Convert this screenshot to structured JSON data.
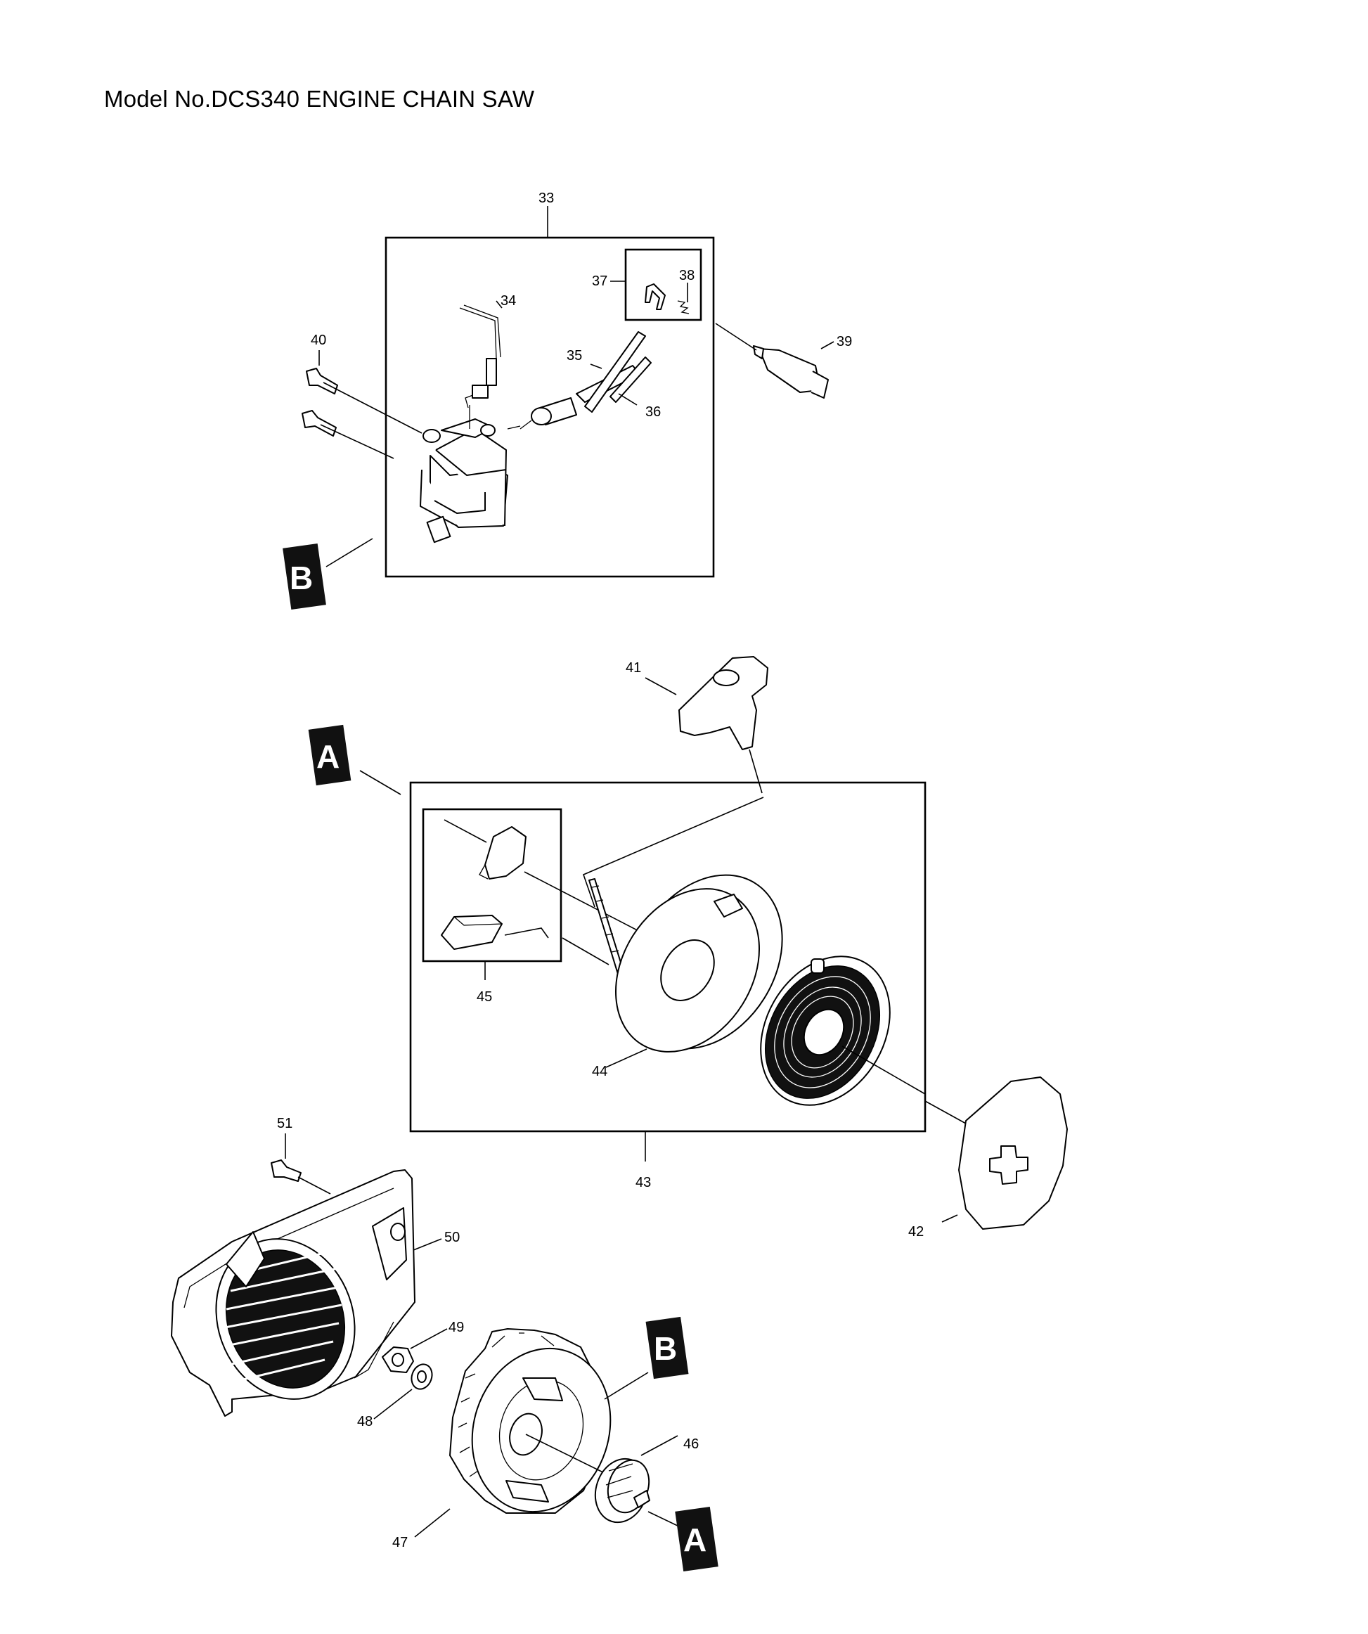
{
  "title": "Model No.DCS340 ENGINE CHAIN SAW",
  "part_numbers": [
    "33",
    "34",
    "35",
    "36",
    "37",
    "38",
    "39",
    "40",
    "41",
    "42",
    "43",
    "44",
    "45",
    "46",
    "47",
    "48",
    "49",
    "50",
    "51"
  ],
  "reference_tags": [
    "A",
    "B"
  ]
}
